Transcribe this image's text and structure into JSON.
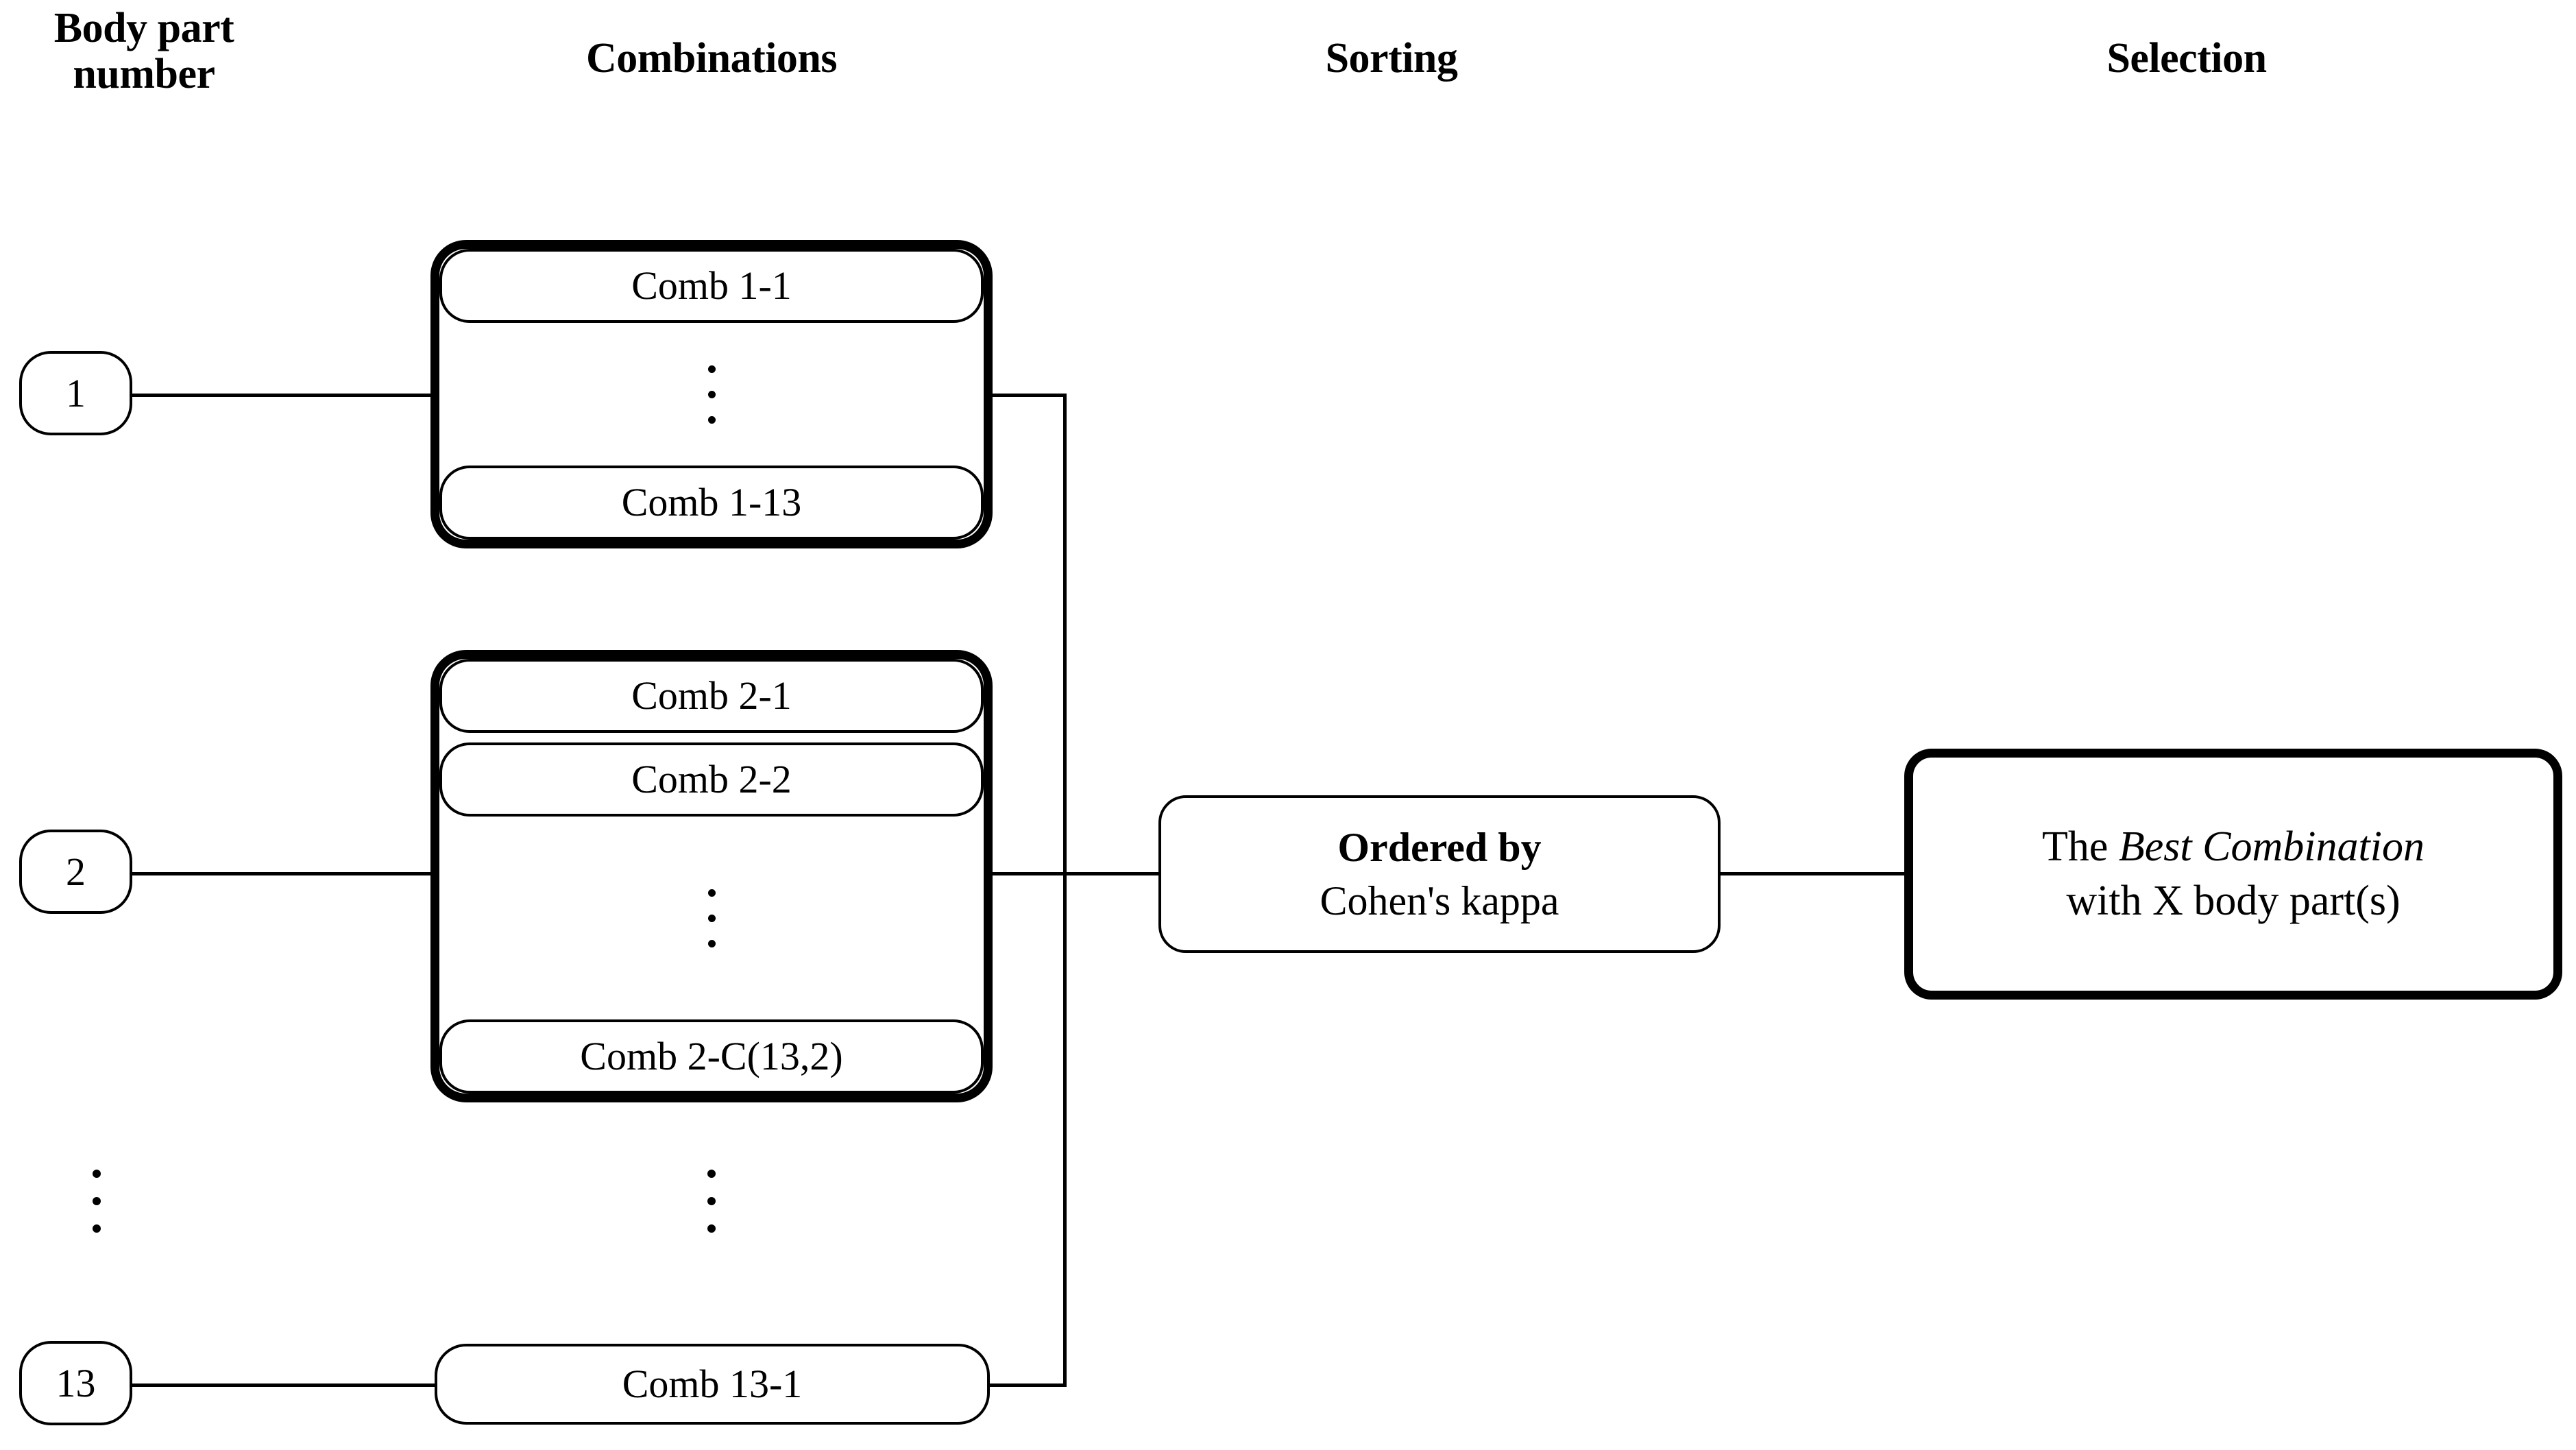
{
  "figure": {
    "type": "flowchart",
    "orientation": "left-to-right"
  },
  "columns": [
    {
      "id": "body-part-number",
      "label": "Body part\nnumber"
    },
    {
      "id": "combinations",
      "label": "Combinations"
    },
    {
      "id": "sorting",
      "label": "Sorting"
    },
    {
      "id": "selection",
      "label": "Selection"
    }
  ],
  "body_part_numbers": [
    {
      "id": "bp-1",
      "label": "1"
    },
    {
      "id": "bp-2",
      "label": "2"
    },
    {
      "id": "bp-13",
      "label": "13"
    }
  ],
  "column_ellipsis": {
    "body_part": "vertical-ellipsis",
    "combinations": "vertical-ellipsis"
  },
  "combination_groups": [
    {
      "id": "group-1",
      "for_body_part": "1",
      "items": [
        "Comb 1-1",
        "Comb 1-13"
      ],
      "has_ellipsis_between": true
    },
    {
      "id": "group-2",
      "for_body_part": "2",
      "items": [
        "Comb 2-1",
        "Comb 2-2",
        "Comb 2-C(13,2)"
      ],
      "has_ellipsis_between": true
    },
    {
      "id": "group-13",
      "for_body_part": "13",
      "items": [
        "Comb 13-1"
      ],
      "has_ellipsis_between": false
    }
  ],
  "sorting": {
    "line1": "Ordered by",
    "line2": "Cohen's kappa"
  },
  "selection": {
    "line1_prefix": "The ",
    "line1_emphasis": "Best Combination",
    "line2": "with X body part(s)"
  },
  "colors": {
    "stroke": "#000000",
    "background": "#ffffff",
    "text": "#000000"
  }
}
